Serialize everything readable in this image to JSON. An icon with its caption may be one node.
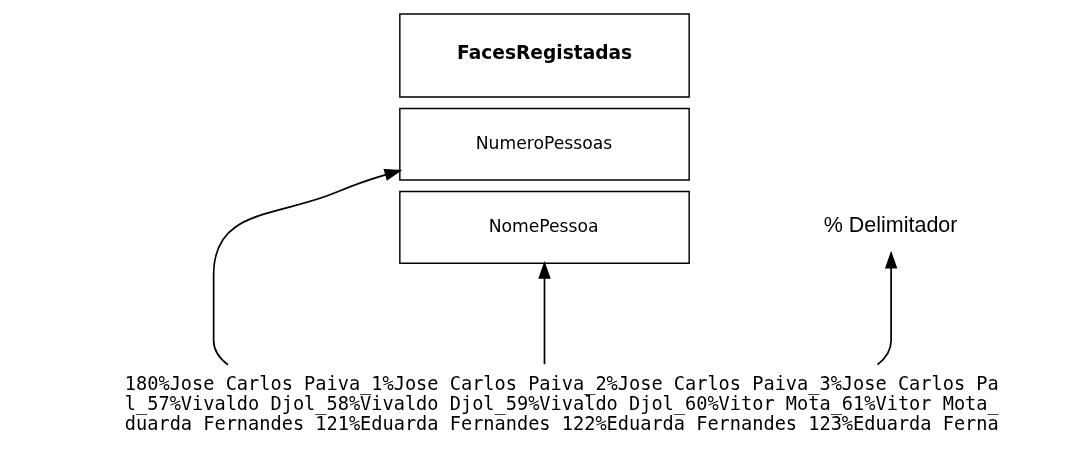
{
  "diagram": {
    "nodes": [
      {
        "text": [
          "FacesRegistadas"
        ]
      },
      {
        "text": [
          "NumeroPessoas"
        ]
      },
      {
        "text": [
          "NomePessoa"
        ]
      },
      {
        "text": [
          "% Delimitador"
        ]
      },
      {
        "text": [
          "180%Jose Carlos Paiva_1%Jose Carlos Paiva_2%Jose Carlos Paiva_3%Jose Carlos Pa",
          "l_57%Vivaldo Djol_58%Vivaldo Djol_59%Vivaldo Djol_60%Vitor Mota_61%Vitor Mota_",
          "duarda Fernandes 121%Eduarda Fernandes 122%Eduarda Fernandes 123%Eduarda Ferna"
        ]
      }
    ],
    "edges": [
      {
        "from": 4,
        "to": 1,
        "arrow": "to"
      },
      {
        "from": 4,
        "to": 2,
        "arrow": "to"
      },
      {
        "from": 4,
        "to": 3,
        "arrow": "to"
      }
    ]
  }
}
